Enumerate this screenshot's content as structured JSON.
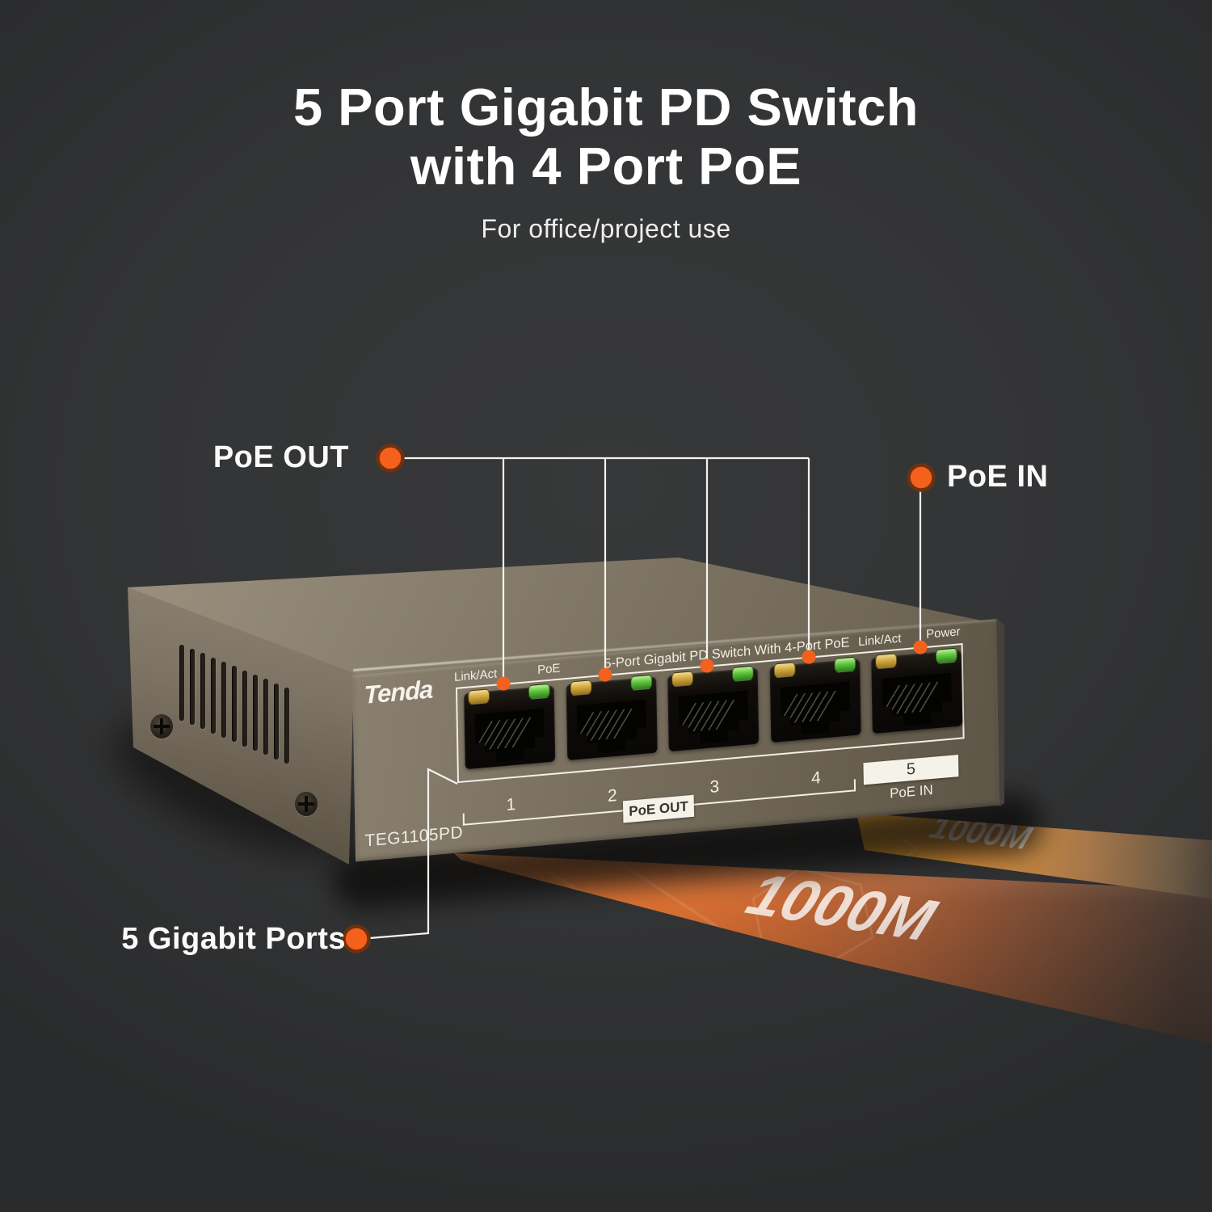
{
  "title": {
    "line1": "5 Port Gigabit PD Switch",
    "line2": "with 4 Port PoE",
    "subtitle": "For office/project use"
  },
  "callouts": {
    "poe_out": {
      "label": "PoE OUT"
    },
    "poe_in": {
      "label": "PoE IN"
    },
    "gigabit": {
      "label": "5 Gigabit Ports"
    },
    "dot_color": "#F4611C",
    "dot_ring_color": "#6E3110",
    "line_color": "#F5F3EF"
  },
  "device": {
    "brand": "Tenda",
    "model": "TEG1105PD",
    "panel_title": "5-Port Gigabit PD Switch With 4-Port PoE",
    "labels": {
      "port1_link": "Link/Act",
      "port1_poe": "PoE",
      "port5_link": "Link/Act",
      "port5_power": "Power"
    },
    "port_numbers": [
      "1",
      "2",
      "3",
      "4"
    ],
    "port5": {
      "number": "5",
      "label": "PoE IN"
    },
    "poe_out_group_label": "PoE OUT",
    "chassis_color": "#7C7362",
    "led_colors": {
      "gold": "#D2A93F",
      "green": "#5EC43D"
    }
  },
  "beams": {
    "upper_label": "1000M",
    "lower_label": "1000M",
    "color": "#E77831"
  }
}
